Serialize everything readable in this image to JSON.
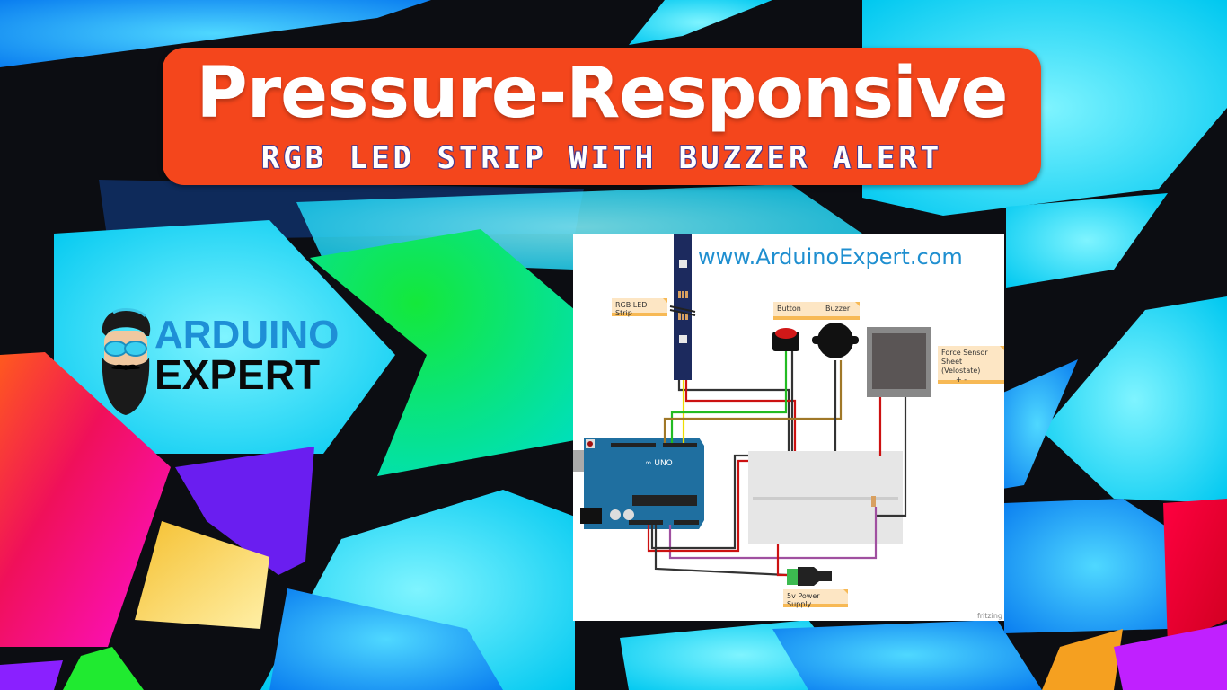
{
  "title": {
    "main": "Pressure-Responsive",
    "subtitle": "RGB LED STRIP WITH BUZZER ALERT",
    "box_color": "#f4461c"
  },
  "logo": {
    "line1": "ARDUINO",
    "line2": "EXPERT",
    "line1_color": "#1e8fd6",
    "line2_color": "#0a0a0a",
    "icon": "bearded-man-mascot-icon"
  },
  "diagram": {
    "url": "www.ArduinoExpert.com",
    "watermark": "fritzing",
    "labels": {
      "led_strip": "RGB LED Strip",
      "button": "Button",
      "buzzer": "Buzzer",
      "force_sensor_line1": "Force Sensor",
      "force_sensor_line2": "Sheet  (Velostate)",
      "force_sensor_pins": "+        -",
      "power_supply": "5v Power Supply"
    },
    "components": [
      "RGB LED Strip",
      "Button",
      "Buzzer",
      "Force Sensor Sheet (Velostate)",
      "Arduino UNO",
      "Breadboard",
      "Resistor",
      "5v Power Supply"
    ],
    "board_label": "UNO",
    "wire_colors": {
      "red": "#cc1111",
      "black": "#333333",
      "green": "#22bb22",
      "yellow": "#eedd00",
      "brown": "#a07828",
      "purple": "#a050a0"
    }
  }
}
